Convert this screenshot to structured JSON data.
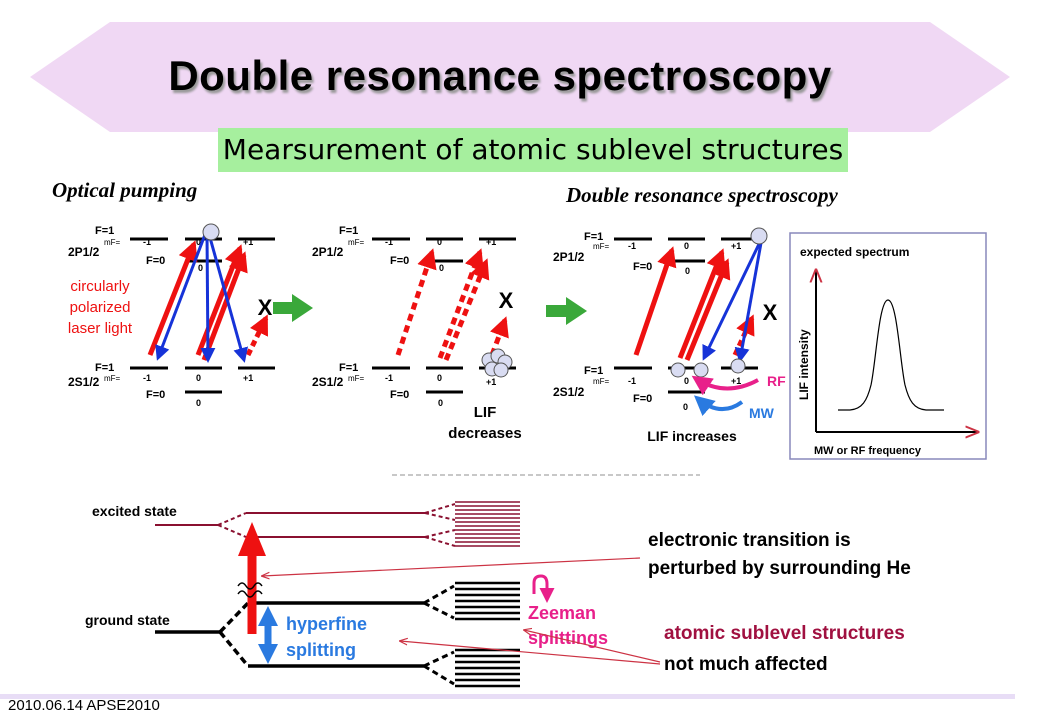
{
  "title": "Double resonance spectroscopy",
  "subtitle": "Mearsurement of atomic sublevel structures",
  "section_left": "Optical pumping",
  "section_right": "Double resonance spectroscopy",
  "levels": {
    "F1": "F=1",
    "F0": "F=0",
    "mF": "mF=",
    "m_minus": "-1",
    "m_zero": "0",
    "m_plus": "+1",
    "P_state": "2P1/2",
    "S_state": "2S1/2"
  },
  "panel1": {
    "label_line1": "circularly",
    "label_line2": "polarized",
    "label_line3": "laser light",
    "blocked": "X"
  },
  "panel2": {
    "blocked": "X",
    "lif_line1": "LIF",
    "lif_line2": "decreases"
  },
  "panel3": {
    "blocked": "X",
    "rf": "RF",
    "mw": "MW",
    "lif": "LIF increases"
  },
  "spectrum": {
    "title": "expected spectrum",
    "ylabel": "LIF intensity",
    "xlabel": "MW or RF frequency"
  },
  "bottom": {
    "excited": "excited state",
    "ground": "ground state",
    "hyperfine_line1": "hyperfine",
    "hyperfine_line2": "splitting",
    "zeeman_line1": "Zeeman",
    "zeeman_line2": "splittings",
    "note1_line1": "electronic transition is",
    "note1_line2": "perturbed by surrounding He",
    "note2": "atomic sublevel structures",
    "note3": "not much affected"
  },
  "footer": "2010.06.14 APSE2010",
  "colors": {
    "banner": "#f0d8f4",
    "subtitle_bg": "#a6ef9e",
    "red": "#ee1111",
    "blue": "#1633d8",
    "magenta": "#e8208a",
    "dark_red": "#a01040",
    "arrow_green": "#3aa83a"
  }
}
